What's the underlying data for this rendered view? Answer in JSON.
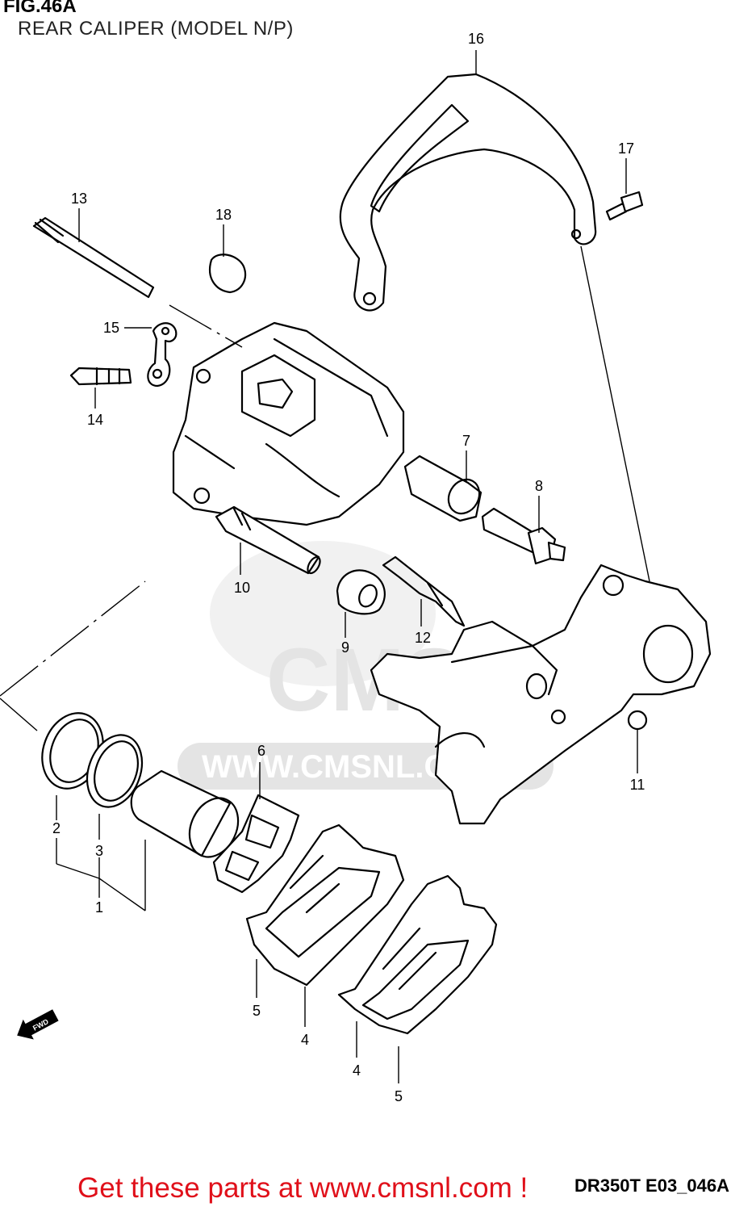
{
  "figure": {
    "number": "FIG.46A",
    "subtitle": "REAR CALIPER (MODEL N/P)"
  },
  "watermark": {
    "brand": "CMS",
    "url": "WWW.CMSNL.COM"
  },
  "callouts": [
    {
      "id": "c1",
      "label": "1"
    },
    {
      "id": "c2",
      "label": "2"
    },
    {
      "id": "c3",
      "label": "3"
    },
    {
      "id": "c4a",
      "label": "4"
    },
    {
      "id": "c4b",
      "label": "4"
    },
    {
      "id": "c5a",
      "label": "5"
    },
    {
      "id": "c5b",
      "label": "5"
    },
    {
      "id": "c6",
      "label": "6"
    },
    {
      "id": "c7",
      "label": "7"
    },
    {
      "id": "c8",
      "label": "8"
    },
    {
      "id": "c9",
      "label": "9"
    },
    {
      "id": "c10",
      "label": "10"
    },
    {
      "id": "c11",
      "label": "11"
    },
    {
      "id": "c12",
      "label": "12"
    },
    {
      "id": "c13",
      "label": "13"
    },
    {
      "id": "c14",
      "label": "14"
    },
    {
      "id": "c15",
      "label": "15"
    },
    {
      "id": "c16",
      "label": "16"
    },
    {
      "id": "c17",
      "label": "17"
    },
    {
      "id": "c18",
      "label": "18"
    }
  ],
  "direction_marker": "FWD",
  "diagram_code": "DR350T E03_046A",
  "banner": "Get these parts at www.cmsnl.com !",
  "colors": {
    "banner": "#e0101a",
    "watermark": "#e4e4e4",
    "line": "#000000"
  }
}
